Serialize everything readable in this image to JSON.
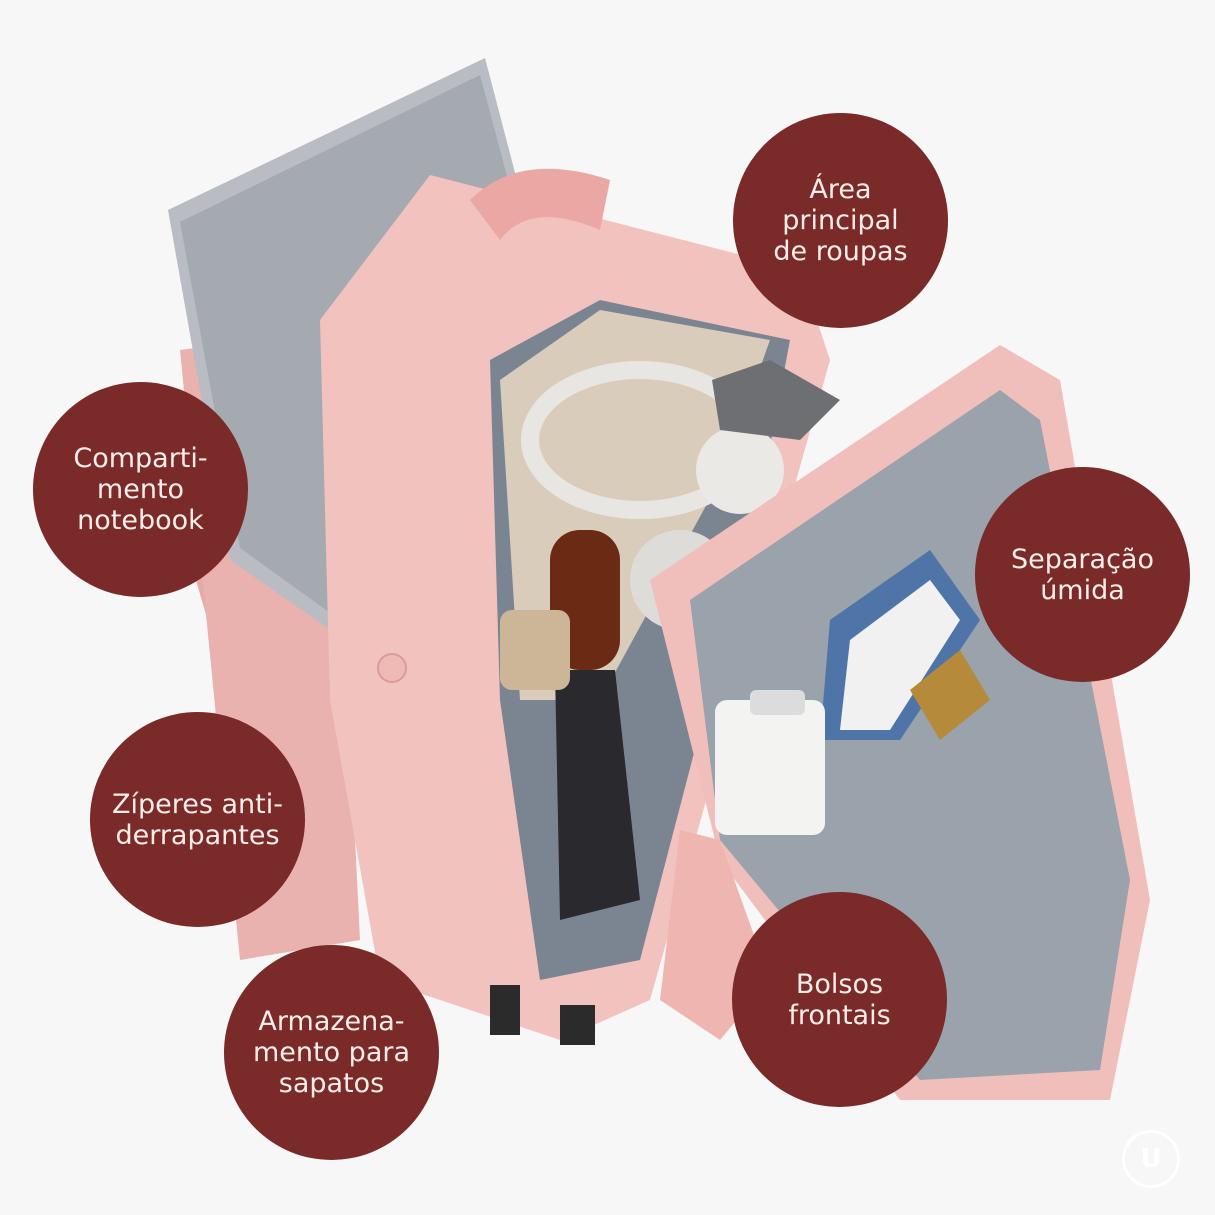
{
  "image": {
    "description": "Pink travel backpack opened, showing a laptop, headphones, umbrella, toiletries and a wet-separation pocket, annotated with dark red feature bubbles",
    "background_color": "#f7f7f7",
    "bubble_color": "#7a2a28",
    "bubble_text_color": "#fbeee9"
  },
  "labels": [
    {
      "id": "main-area",
      "text": "Área\nprincipal\nde roupas"
    },
    {
      "id": "notebook",
      "text": "Comparti-\nmento\nnotebook"
    },
    {
      "id": "wet",
      "text": "Separação\númida"
    },
    {
      "id": "zippers",
      "text": "Zíperes anti-\nderrapantes"
    },
    {
      "id": "shoes",
      "text": "Armazena-\nmento para\nsapatos"
    },
    {
      "id": "front",
      "text": "Bolsos\nfrontais"
    }
  ]
}
